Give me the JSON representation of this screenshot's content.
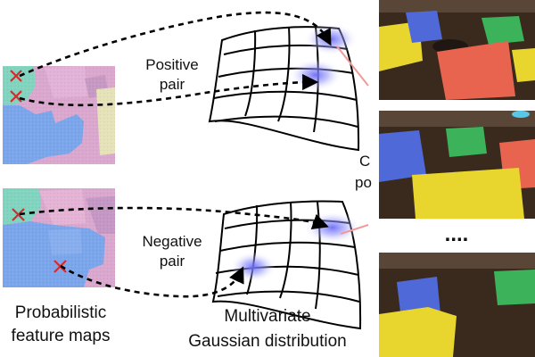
{
  "labels": {
    "positive_pair": [
      "Positive",
      "pair"
    ],
    "negative_pair": [
      "Negative",
      "pair"
    ],
    "feature_maps": [
      "Probabilistic",
      "feature maps"
    ],
    "distribution": [
      "Multivariate",
      "Gaussian distribution"
    ],
    "cut_text": [
      "C",
      "po"
    ],
    "ellipsis": "...."
  },
  "colors": {
    "map_pink": "#dca7cf",
    "map_blue": "#7aa6ee",
    "map_teal": "#7fd5bf",
    "map_cream": "#e6e2b8",
    "cross": "#d42c2c",
    "gaussian_blob": "#6b6cf5",
    "pointer_line": "#f19a9a",
    "chair_blue": "#4f6ad8",
    "chair_green": "#3cb35a",
    "chair_red": "#e8644f",
    "chair_yellow": "#e8d62f",
    "floor": "#3a2a1e"
  },
  "icons": [
    "cross-marker-icon",
    "arrow-head-icon"
  ]
}
